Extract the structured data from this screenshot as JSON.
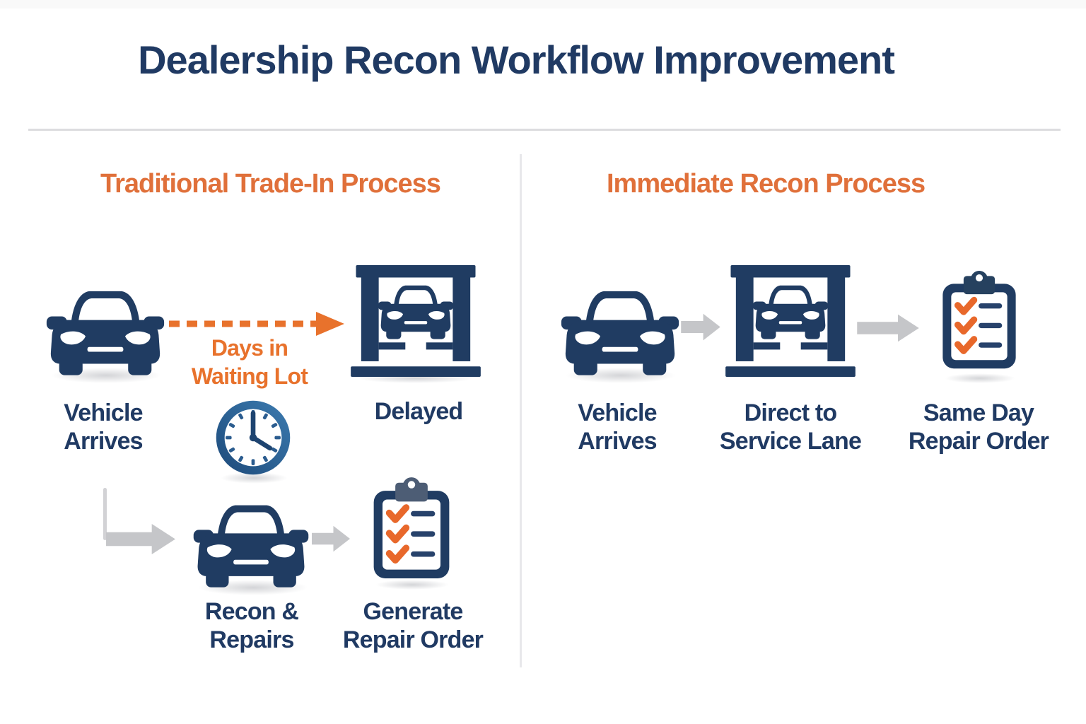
{
  "title": "Dealership Recon Workflow Improvement",
  "colors": {
    "background": "#ffffff",
    "navy_text": "#203a63",
    "navy_icon": "#203c62",
    "orange_header": "#e0703a",
    "orange_bright": "#e8722c",
    "orange_check": "#e8682b",
    "arrow_gray": "#c5c6c9",
    "divider": "#dcdcdf",
    "clip_slate": "#4d5d75",
    "clip_navy": "#26415f",
    "clock_dark": "#1d4a7a",
    "clock_light": "#3c7bb0"
  },
  "icons": {
    "car": "car-front-icon",
    "lift": "car-lift-icon",
    "clock": "clock-icon",
    "clipboard": "repair-order-clipboard-icon",
    "arrow": "right-arrow-icon",
    "dashed_arrow": "dashed-right-arrow-icon",
    "elbow_arrow": "elbow-down-right-arrow-icon"
  },
  "left": {
    "header": "Traditional Trade-In Process",
    "vehicle": {
      "line1": "Vehicle",
      "line2": "Arrives"
    },
    "waiting": {
      "line1": "Days in",
      "line2": "Waiting Lot"
    },
    "delayed": {
      "label": "Delayed"
    },
    "recon": {
      "line1": "Recon &",
      "line2": "Repairs"
    },
    "generate": {
      "line1": "Generate",
      "line2": "Repair Order"
    }
  },
  "right": {
    "header": "Immediate Recon Process",
    "vehicle": {
      "line1": "Vehicle",
      "line2": "Arrives"
    },
    "direct": {
      "line1": "Direct to",
      "line2": "Service Lane"
    },
    "same_day": {
      "line1": "Same Day",
      "line2": "Repair Order"
    }
  }
}
